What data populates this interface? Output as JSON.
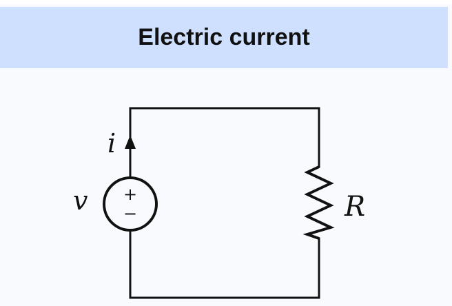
{
  "header": {
    "title": "Electric current"
  },
  "circuit": {
    "current_label": "i",
    "voltage_label": "v",
    "resistor_label": "R",
    "source_plus": "+",
    "source_minus": "−"
  }
}
